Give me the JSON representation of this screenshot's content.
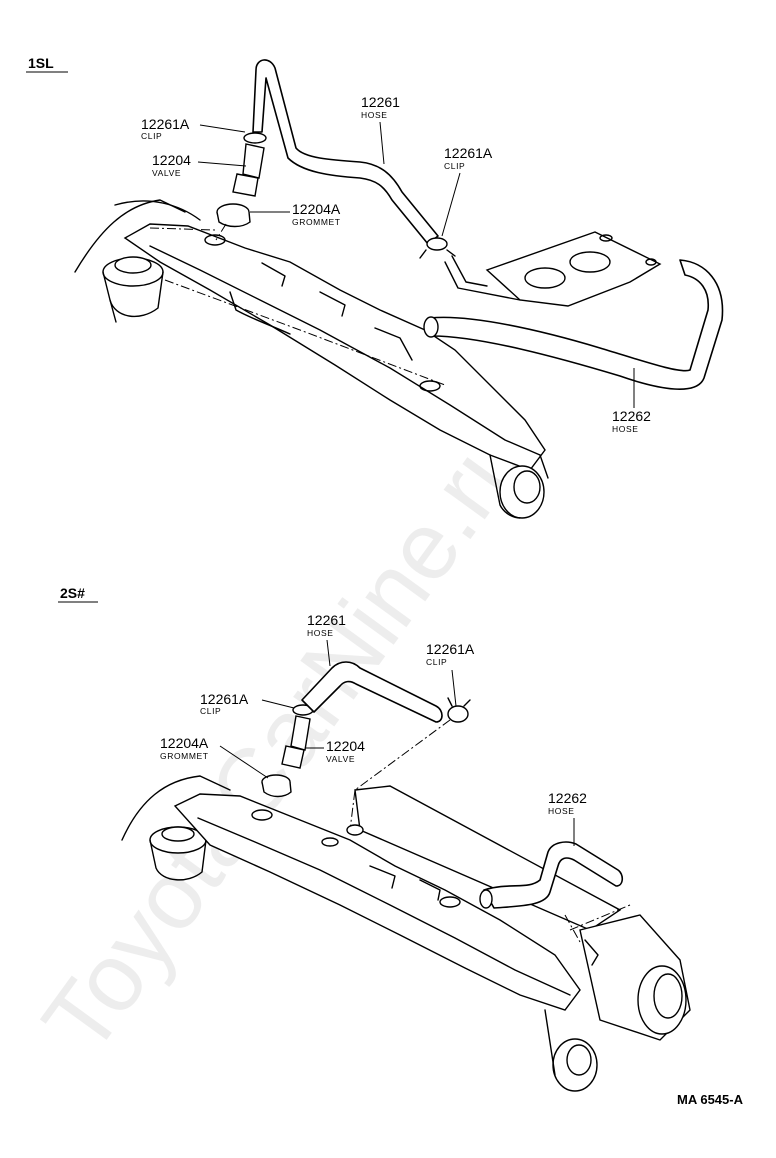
{
  "sections": [
    {
      "label": "1SL",
      "callouts": [
        {
          "part": "12261A",
          "name": "CLIP"
        },
        {
          "part": "12204",
          "name": "VALVE"
        },
        {
          "part": "12204A",
          "name": "GROMMET"
        },
        {
          "part": "12261",
          "name": "HOSE"
        },
        {
          "part": "12261A",
          "name": "CLIP"
        },
        {
          "part": "12262",
          "name": "HOSE"
        }
      ]
    },
    {
      "label": "2S#",
      "callouts": [
        {
          "part": "12261",
          "name": "HOSE"
        },
        {
          "part": "12261A",
          "name": "CLIP"
        },
        {
          "part": "12261A",
          "name": "CLIP"
        },
        {
          "part": "12204A",
          "name": "GROMMET"
        },
        {
          "part": "12204",
          "name": "VALVE"
        },
        {
          "part": "12262",
          "name": "HOSE"
        }
      ]
    }
  ],
  "drawing_code": "MA 6545-A",
  "watermark": "ToyotaCarNine.ru"
}
